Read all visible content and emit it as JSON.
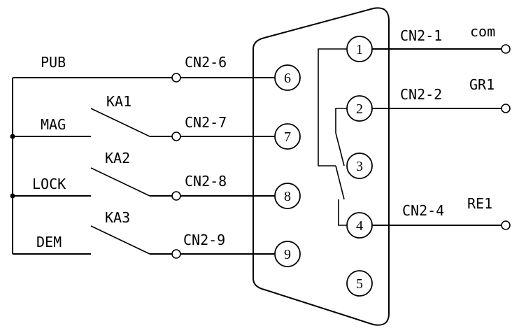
{
  "signals": [
    {
      "name": "PUB",
      "connector": "CN2-6"
    },
    {
      "name": "MAG",
      "contact": "KA1",
      "connector": "CN2-7"
    },
    {
      "name": "LOCK",
      "contact": "KA2",
      "connector": "CN2-8"
    },
    {
      "name": "DEM",
      "contact": "KA3",
      "connector": "CN2-9"
    }
  ],
  "outputs": [
    {
      "connector": "CN2-1",
      "name": "com"
    },
    {
      "connector": "CN2-2",
      "name": "GR1"
    },
    {
      "connector": "CN2-4",
      "name": "RE1"
    }
  ],
  "pins": [
    "1",
    "2",
    "3",
    "4",
    "5",
    "6",
    "7",
    "8",
    "9"
  ]
}
